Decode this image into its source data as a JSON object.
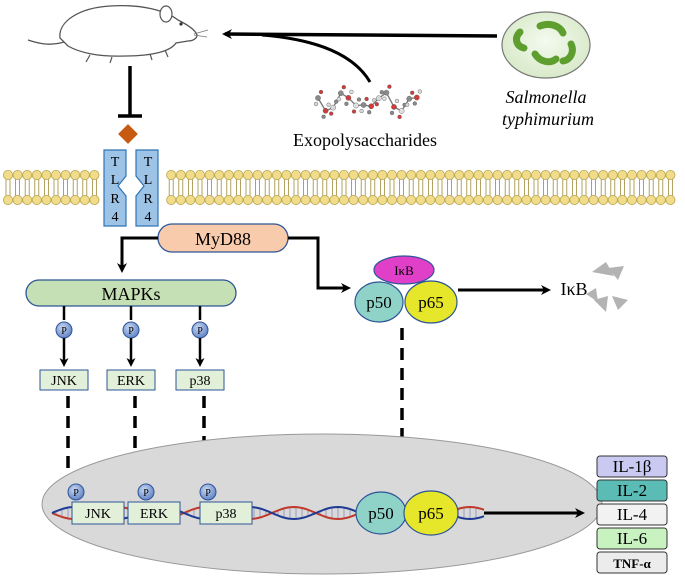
{
  "organism": {
    "line1": "Salmonella",
    "line2": "typhimurium"
  },
  "compound": {
    "label": "Exopolysaccharides"
  },
  "receptor": {
    "letters_left": [
      "T",
      "L",
      "R",
      "4"
    ],
    "letters_right": [
      "T",
      "L",
      "R",
      "4"
    ]
  },
  "adaptor": {
    "label": "MyD88"
  },
  "mapks": {
    "label": "MAPKs",
    "phospho_label": "P",
    "kinases": [
      "JNK",
      "ERK",
      "p38"
    ]
  },
  "nfkb": {
    "inhibitor_label": "IκB",
    "subunit_a": "p50",
    "subunit_b": "p65",
    "degraded_label": "IκB"
  },
  "nucleus": {
    "kinases": [
      "JNK",
      "ERK",
      "p38"
    ],
    "phospho_label": "P",
    "subunit_a": "p50",
    "subunit_b": "p65"
  },
  "cytokines": {
    "items": [
      {
        "label": "IL-1β",
        "color": "#c9c9f2"
      },
      {
        "label": "IL-2",
        "color": "#5bbcb6"
      },
      {
        "label": "IL-4",
        "color": "#f2f2f2"
      },
      {
        "label": "IL-6",
        "color": "#c8f2c0"
      },
      {
        "label": "TNF-α",
        "color": "#ececec"
      }
    ]
  },
  "colors": {
    "membrane_head": "#f1dc8c",
    "membrane_stroke": "#b9a24a",
    "receptor_fill": "#9dc3e6",
    "ligand": "#c65a11",
    "myd88_fill": "#f8cbad",
    "mapks_fill": "#c5e0b4",
    "kinase_fill": "#e2f0d9",
    "phospho_fill": "#8faadc",
    "ikb_fill": "#e040c8",
    "p50_fill": "#8fd3c8",
    "p65_fill": "#e6e62a",
    "nucleus_fill": "#d9d9d9",
    "dna_red": "#c0392b",
    "dna_blue": "#1f3a93",
    "bacteria": "#5e9e2f",
    "bacteria_bg": "#e2efda"
  },
  "icons": {
    "host": "mouse-icon",
    "pathogen": "bacteria-icon",
    "molecule": "polysaccharide-molecule-icon",
    "degraded": "degraded-fragments-icon"
  }
}
